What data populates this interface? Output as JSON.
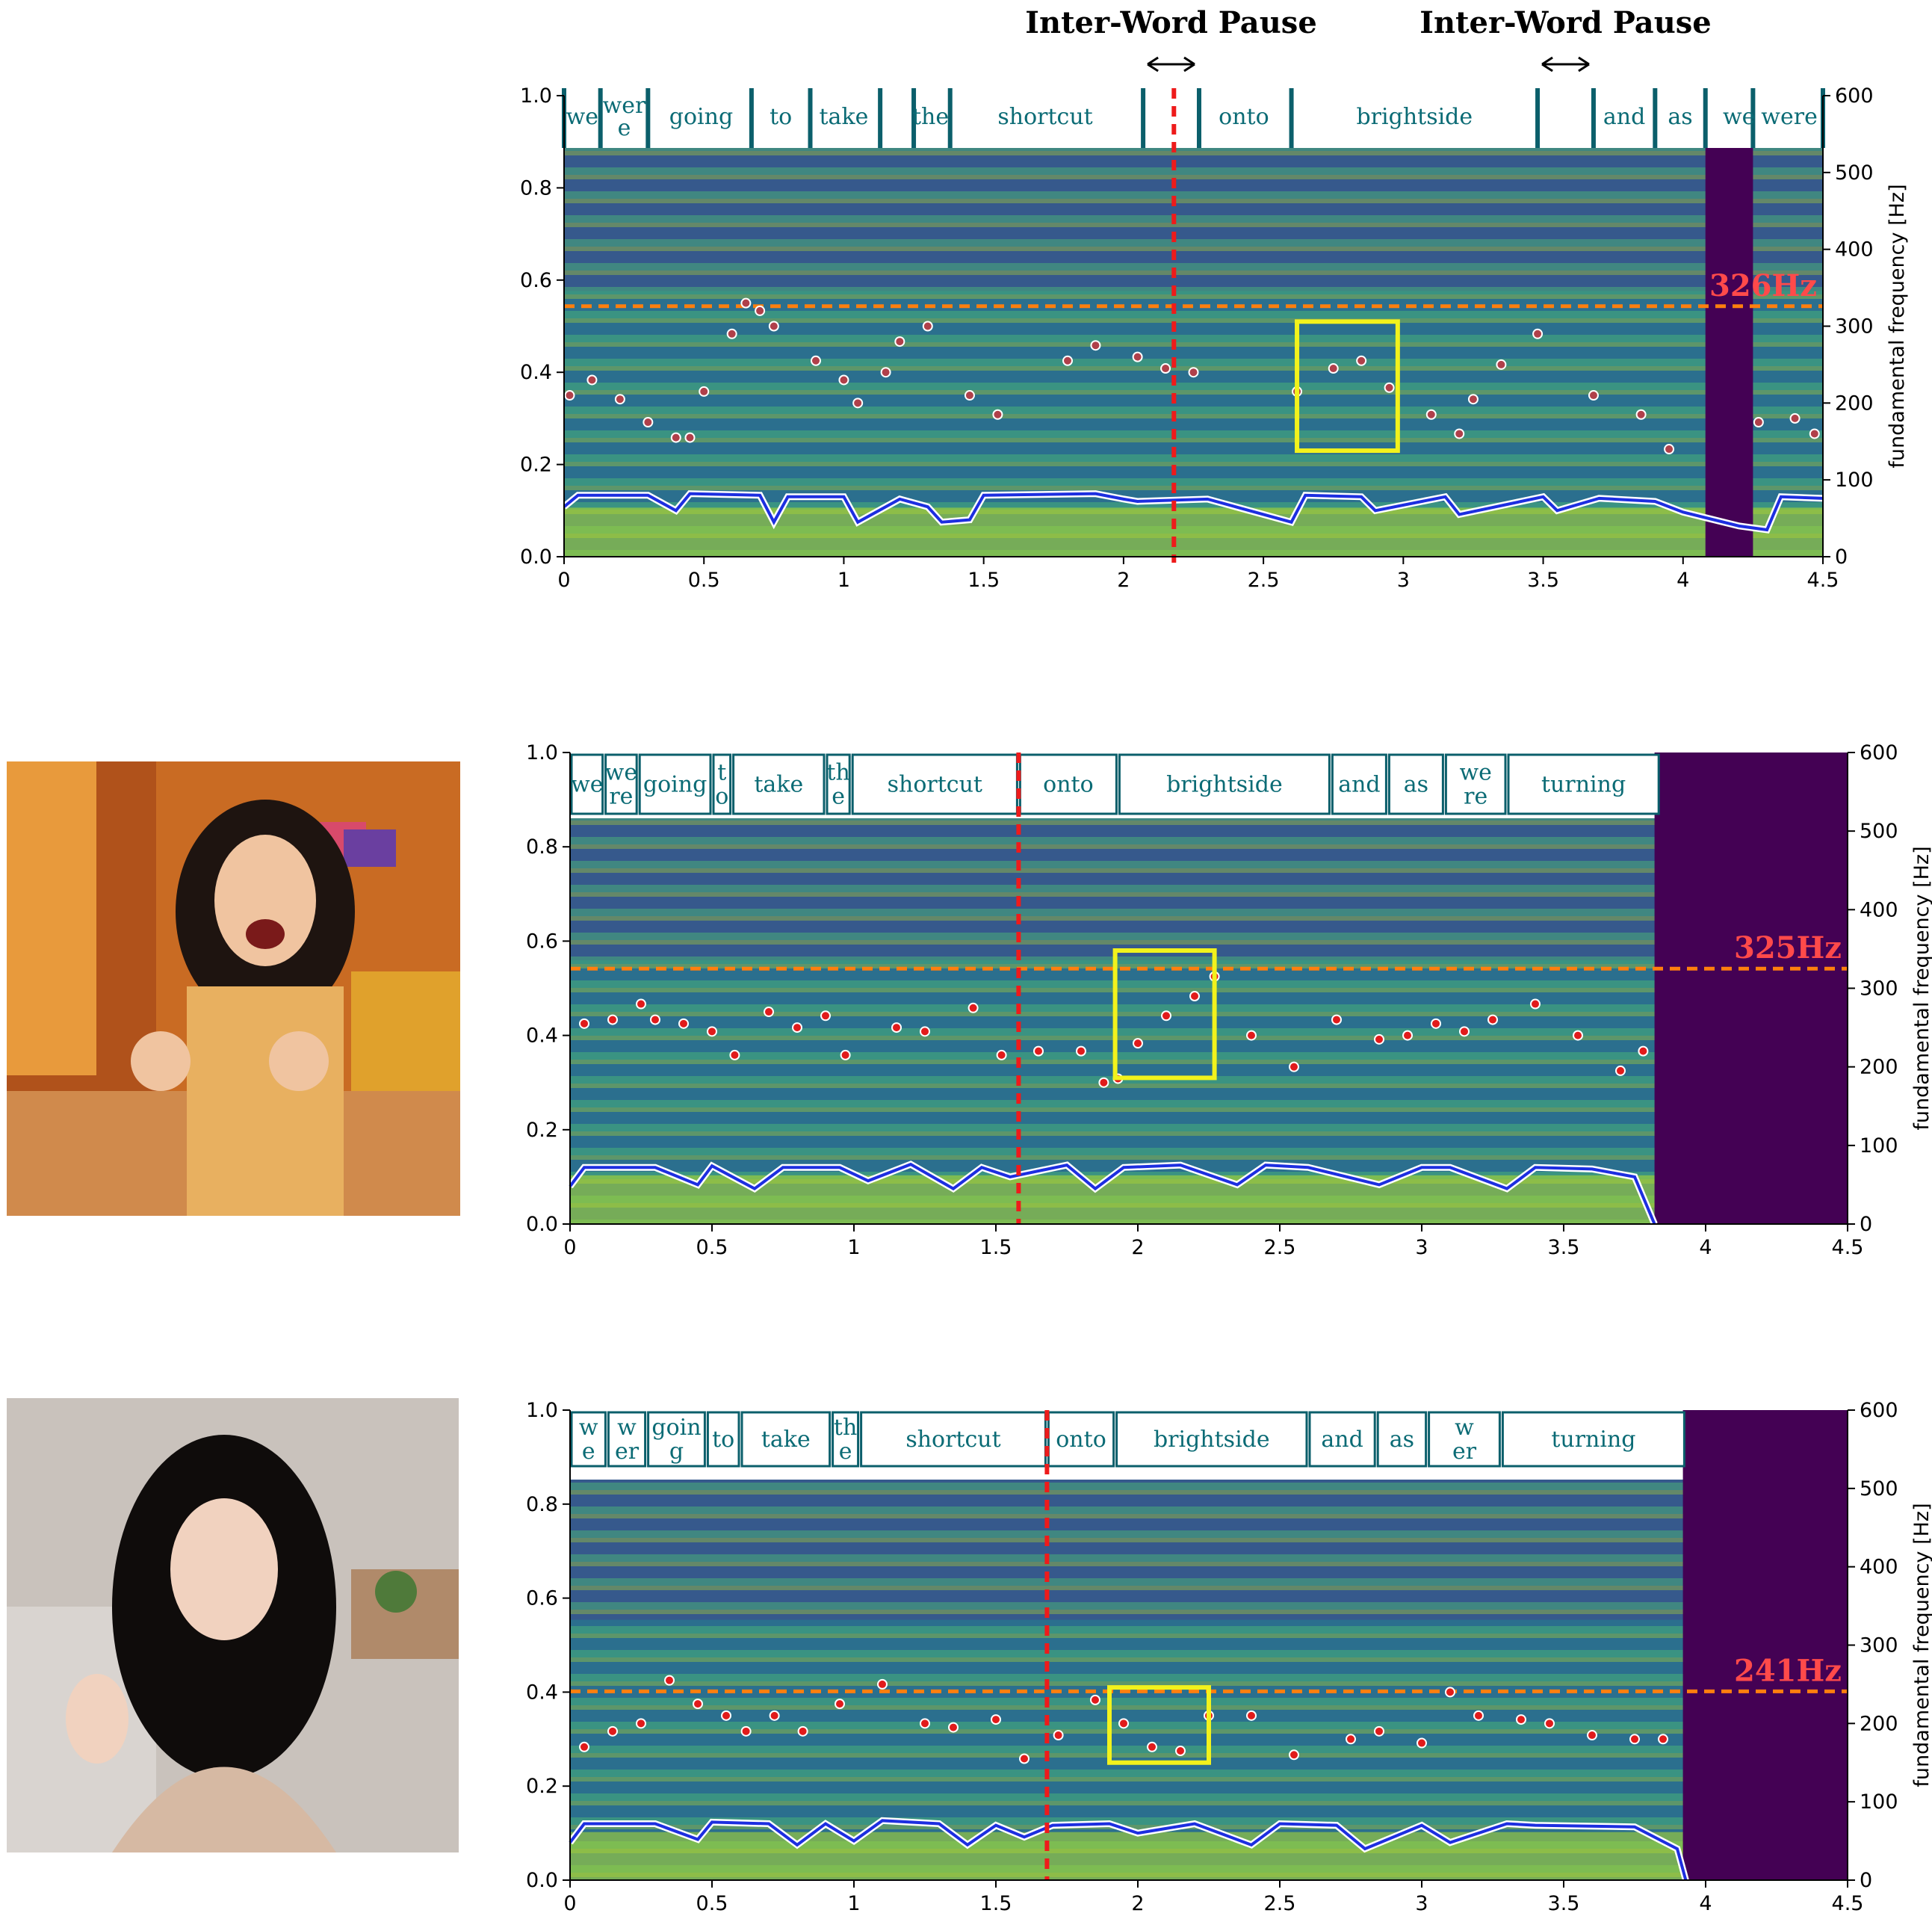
{
  "colors": {
    "background": "#ffffff",
    "spectrogram_low": "#440154",
    "spectrogram_high": "#fde725",
    "word_text": "#0b6b75",
    "word_boundary": "#0b5f6b",
    "f0_points": "#e11b1b",
    "f0_points_muted": "#b0404a",
    "energy_line": "#1d2ee0",
    "reference_line": "#ff7f0e",
    "reference_label": "#ff4a4a",
    "pause_marker": "#ee1b1b",
    "highlight_box": "#f2f21c"
  },
  "icons": [
    "excited-woman-portrait",
    "calm-woman-portrait"
  ],
  "chart_data": [
    {
      "type": "heatmap",
      "title": "",
      "annotations": [
        "Inter-Word Pause",
        "Inter-Word Pause"
      ],
      "words": [
        "we",
        "wer\ne",
        "going",
        "to",
        "take",
        "the",
        "shortcut",
        "onto",
        "brightside",
        "and",
        "as",
        "we",
        "were"
      ],
      "xlim": [
        0,
        4.5
      ],
      "xticks": [
        "0",
        "0.5",
        "1",
        "1.5",
        "2",
        "2.5",
        "3",
        "3.5",
        "4",
        "4.5"
      ],
      "ylim": [
        0,
        1.0
      ],
      "yticks": [
        "0.0",
        "0.2",
        "0.4",
        "0.6",
        "0.8",
        "1.0"
      ],
      "y2label": "fundamental frequency [Hz]",
      "y2lim": [
        0,
        600
      ],
      "y2ticks": [
        "0",
        "100",
        "200",
        "300",
        "400",
        "500",
        "600"
      ],
      "reference_f0_label": "326Hz",
      "reference_f0_hz": 326,
      "pause_marker_x": 2.18,
      "highlight_box": {
        "x": [
          2.62,
          2.98
        ],
        "y": [
          0.23,
          0.51
        ]
      },
      "f0_series": {
        "name": "",
        "x": [
          0.02,
          0.1,
          0.2,
          0.3,
          0.4,
          0.45,
          0.5,
          0.6,
          0.65,
          0.7,
          0.75,
          0.9,
          1.0,
          1.05,
          1.15,
          1.2,
          1.3,
          1.45,
          1.55,
          1.8,
          1.9,
          2.05,
          2.15,
          2.25,
          2.62,
          2.75,
          2.85,
          2.95,
          3.1,
          3.2,
          3.25,
          3.35,
          3.48,
          3.68,
          3.85,
          3.95,
          4.27,
          4.4,
          4.47
        ],
        "y": [
          210,
          230,
          205,
          175,
          155,
          155,
          215,
          290,
          330,
          320,
          300,
          255,
          230,
          200,
          240,
          280,
          300,
          210,
          185,
          255,
          275,
          260,
          245,
          240,
          215,
          245,
          255,
          220,
          185,
          160,
          205,
          250,
          290,
          210,
          185,
          140,
          175,
          180,
          160
        ]
      },
      "energy_series": {
        "x": [
          0,
          0.05,
          0.3,
          0.4,
          0.45,
          0.7,
          0.75,
          0.8,
          1.0,
          1.05,
          1.2,
          1.3,
          1.35,
          1.45,
          1.5,
          1.9,
          2.0,
          2.05,
          2.3,
          2.6,
          2.65,
          2.85,
          2.9,
          3.15,
          3.2,
          3.5,
          3.55,
          3.7,
          3.9,
          4.0,
          4.2,
          4.3,
          4.35,
          4.5
        ],
        "y": [
          65,
          80,
          80,
          60,
          82,
          80,
          45,
          78,
          78,
          45,
          75,
          65,
          45,
          48,
          80,
          82,
          75,
          72,
          75,
          45,
          80,
          78,
          60,
          78,
          55,
          78,
          60,
          76,
          72,
          58,
          40,
          35,
          78,
          76
        ]
      }
    },
    {
      "type": "heatmap",
      "title": "",
      "words": [
        "we",
        "we\nre",
        "going",
        "t\no",
        "take",
        "th\ne",
        "shortcut",
        "onto",
        "brightside",
        "and",
        "as",
        "we\nre",
        "turning"
      ],
      "xlim": [
        0,
        4.5
      ],
      "xticks": [
        "0",
        "0.5",
        "1",
        "1.5",
        "2",
        "2.5",
        "3",
        "3.5",
        "4",
        "4.5"
      ],
      "ylim": [
        0,
        1.0
      ],
      "yticks": [
        "0.0",
        "0.2",
        "0.4",
        "0.6",
        "0.8",
        "1.0"
      ],
      "y2label": "fundamental frequency [Hz]",
      "y2lim": [
        0,
        600
      ],
      "y2ticks": [
        "0",
        "100",
        "200",
        "300",
        "400",
        "500",
        "600"
      ],
      "reference_f0_label": "325Hz",
      "reference_f0_hz": 325,
      "pause_marker_x": 1.58,
      "highlight_box": {
        "x": [
          1.92,
          2.27
        ],
        "y": [
          0.31,
          0.58
        ]
      },
      "f0_series": {
        "name": "",
        "x": [
          0.05,
          0.15,
          0.25,
          0.3,
          0.4,
          0.5,
          0.58,
          0.7,
          0.8,
          0.9,
          0.97,
          1.15,
          1.25,
          1.42,
          1.52,
          1.65,
          1.8,
          1.88,
          1.93,
          2.0,
          2.1,
          2.2,
          2.27,
          2.4,
          2.55,
          2.7,
          2.85,
          2.95,
          3.05,
          3.15,
          3.25,
          3.4,
          3.55,
          3.7,
          3.78
        ],
        "y": [
          255,
          260,
          280,
          260,
          255,
          245,
          215,
          270,
          250,
          265,
          215,
          250,
          245,
          275,
          215,
          220,
          220,
          180,
          185,
          230,
          265,
          290,
          315,
          240,
          200,
          260,
          235,
          240,
          255,
          245,
          260,
          280,
          240,
          195,
          220
        ]
      },
      "energy_series": {
        "x": [
          0,
          0.05,
          0.3,
          0.45,
          0.5,
          0.65,
          0.75,
          0.95,
          1.05,
          1.2,
          1.35,
          1.45,
          1.55,
          1.75,
          1.85,
          1.95,
          2.15,
          2.35,
          2.45,
          2.6,
          2.85,
          3.0,
          3.1,
          3.3,
          3.4,
          3.6,
          3.75,
          3.82
        ],
        "y": [
          48,
          72,
          72,
          50,
          74,
          45,
          72,
          72,
          55,
          76,
          45,
          72,
          60,
          75,
          45,
          72,
          75,
          50,
          75,
          72,
          50,
          72,
          72,
          45,
          72,
          70,
          60,
          0
        ]
      }
    },
    {
      "type": "heatmap",
      "title": "",
      "words": [
        "w\ne",
        "w\ner",
        "goin\ng",
        "to",
        "take",
        "th\ne",
        "shortcut",
        "onto",
        "brightside",
        "and",
        "as",
        "w\ner",
        "turning"
      ],
      "xlim": [
        0,
        4.5
      ],
      "xticks": [
        "0",
        "0.5",
        "1",
        "1.5",
        "2",
        "2.5",
        "3",
        "3.5",
        "4",
        "4.5"
      ],
      "ylim": [
        0,
        1.0
      ],
      "yticks": [
        "0.0",
        "0.2",
        "0.4",
        "0.6",
        "0.8",
        "1.0"
      ],
      "y2label": "fundamental frequency [Hz]",
      "y2lim": [
        0,
        600
      ],
      "y2ticks": [
        "0",
        "100",
        "200",
        "300",
        "400",
        "500",
        "600"
      ],
      "reference_f0_label": "241Hz",
      "reference_f0_hz": 241,
      "pause_marker_x": 1.68,
      "highlight_box": {
        "x": [
          1.9,
          2.25
        ],
        "y": [
          0.25,
          0.41
        ]
      },
      "f0_series": {
        "name": "",
        "x": [
          0.05,
          0.15,
          0.25,
          0.35,
          0.45,
          0.55,
          0.62,
          0.72,
          0.82,
          0.95,
          1.1,
          1.25,
          1.35,
          1.5,
          1.6,
          1.72,
          1.85,
          1.95,
          2.05,
          2.15,
          2.25,
          2.4,
          2.55,
          2.75,
          2.85,
          3.0,
          3.1,
          3.2,
          3.35,
          3.45,
          3.6,
          3.75,
          3.85
        ],
        "y": [
          170,
          190,
          200,
          255,
          225,
          210,
          190,
          210,
          190,
          225,
          250,
          200,
          195,
          205,
          155,
          185,
          230,
          200,
          170,
          165,
          210,
          210,
          160,
          180,
          190,
          175,
          240,
          210,
          205,
          200,
          185,
          180,
          180
        ]
      },
      "energy_series": {
        "x": [
          0,
          0.05,
          0.3,
          0.45,
          0.5,
          0.7,
          0.8,
          0.9,
          1.0,
          1.1,
          1.3,
          1.4,
          1.5,
          1.6,
          1.7,
          1.9,
          2.0,
          2.2,
          2.4,
          2.5,
          2.7,
          2.8,
          3.0,
          3.1,
          3.3,
          3.4,
          3.75,
          3.9,
          3.93
        ],
        "y": [
          48,
          72,
          72,
          52,
          74,
          72,
          45,
          72,
          50,
          76,
          72,
          45,
          70,
          55,
          70,
          72,
          60,
          72,
          45,
          72,
          70,
          40,
          70,
          48,
          72,
          70,
          68,
          40,
          0
        ]
      }
    }
  ]
}
